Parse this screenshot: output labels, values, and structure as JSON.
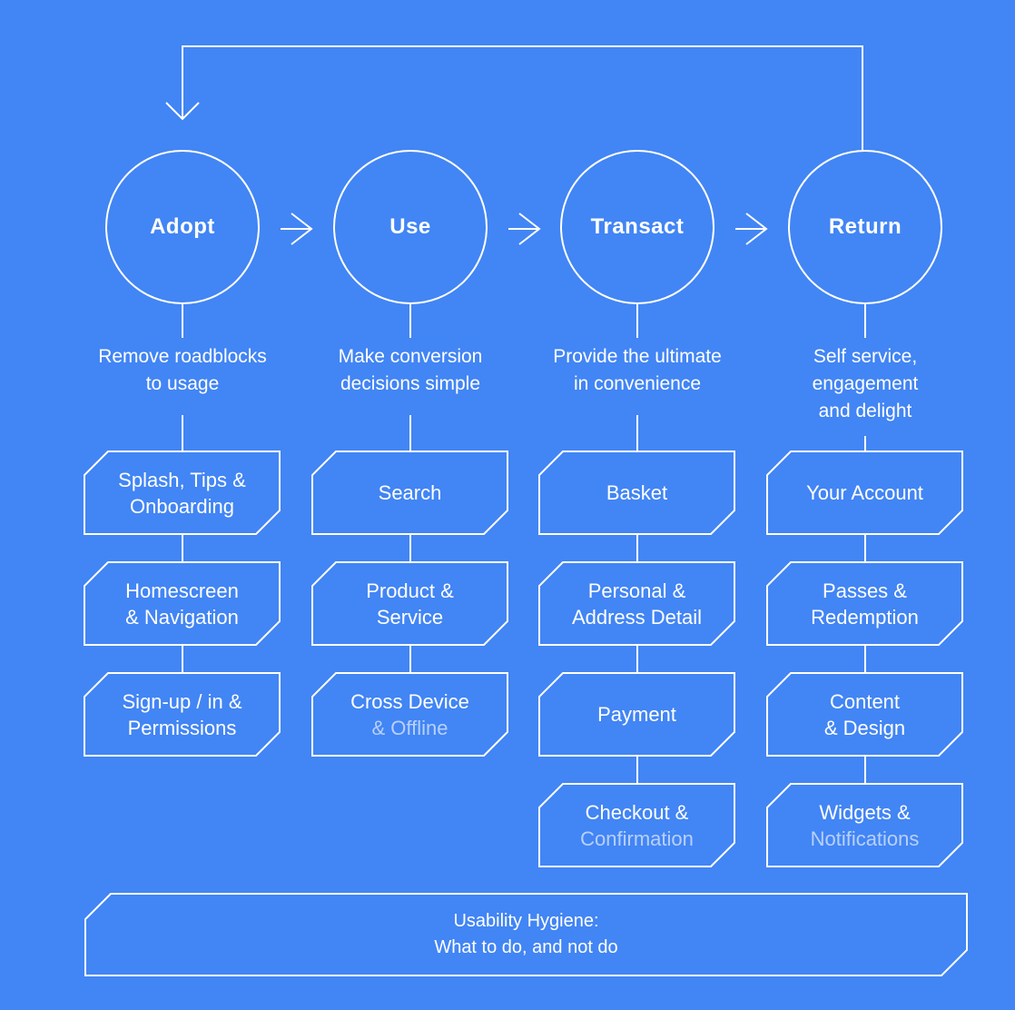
{
  "colors": {
    "background": "#4285f4",
    "stroke": "#ffffff",
    "text": "#ffffff",
    "dim_text": "rgba(255,255,255,0.62)"
  },
  "diagram_type": "customer-journey-flowchart",
  "stages": [
    {
      "label": "Adopt",
      "desc": [
        "Remove roadblocks",
        "to usage"
      ],
      "boxes": [
        {
          "lines": [
            "Splash, Tips &",
            "Onboarding"
          ]
        },
        {
          "lines": [
            "Homescreen",
            "& Navigation"
          ]
        },
        {
          "lines": [
            "Sign-up / in &",
            "Permissions"
          ]
        }
      ]
    },
    {
      "label": "Use",
      "desc": [
        "Make conversion",
        "decisions simple"
      ],
      "boxes": [
        {
          "lines": [
            "Search"
          ]
        },
        {
          "lines": [
            "Product &",
            "Service"
          ]
        },
        {
          "lines": [
            "Cross Device",
            "& Offline"
          ],
          "dim_line": 1
        }
      ]
    },
    {
      "label": "Transact",
      "desc": [
        "Provide the ultimate",
        "in convenience"
      ],
      "boxes": [
        {
          "lines": [
            "Basket"
          ]
        },
        {
          "lines": [
            "Personal &",
            "Address Detail"
          ]
        },
        {
          "lines": [
            "Payment"
          ]
        },
        {
          "lines": [
            "Checkout &",
            "Confirmation"
          ],
          "dim_line": 1
        }
      ]
    },
    {
      "label": "Return",
      "desc": [
        "Self service,",
        "engagement",
        "and delight"
      ],
      "boxes": [
        {
          "lines": [
            "Your Account"
          ]
        },
        {
          "lines": [
            "Passes &",
            "Redemption"
          ]
        },
        {
          "lines": [
            "Content",
            "& Design"
          ]
        },
        {
          "lines": [
            "Widgets &",
            "Notifications"
          ],
          "dim_line": 1
        }
      ]
    }
  ],
  "footer": {
    "lines": [
      "Usability Hygiene:",
      "What to do, and not do"
    ]
  }
}
